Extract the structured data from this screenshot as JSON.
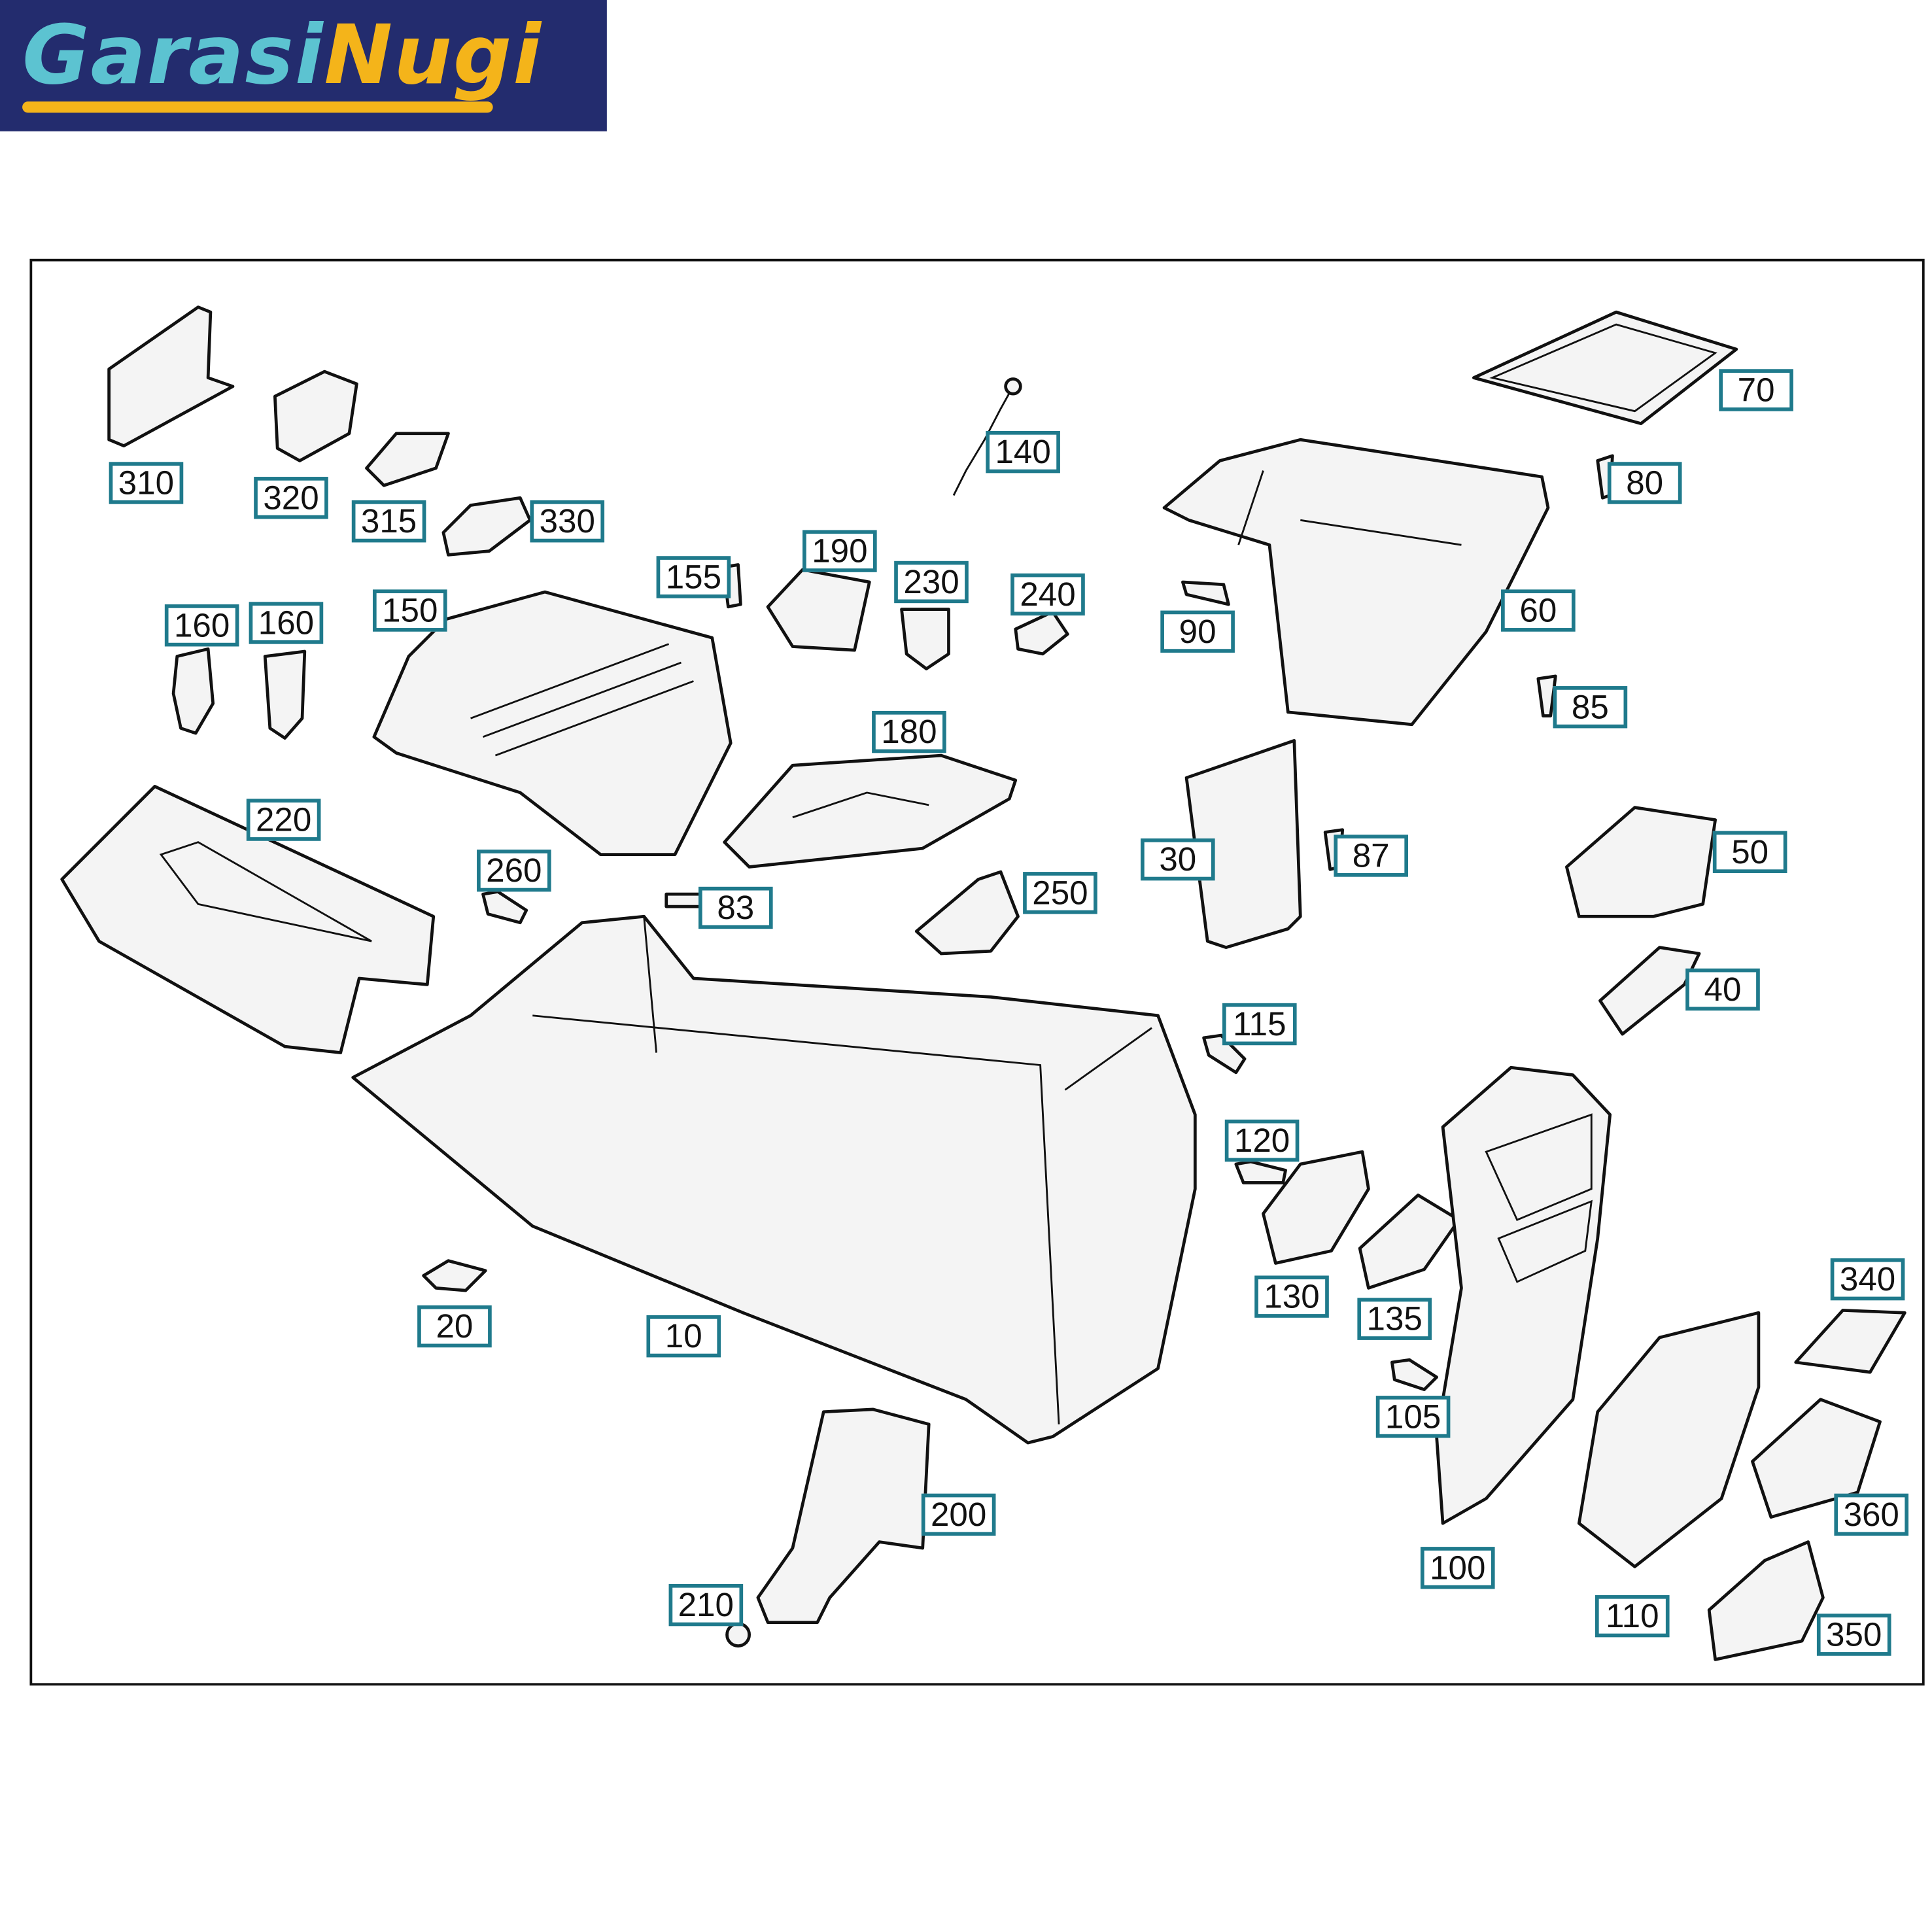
{
  "logo": {
    "part1": "Garasi",
    "part2": "Nugi",
    "colors": {
      "background": "#232c6e",
      "cyan": "#5cc3d1",
      "yellow": "#f4b41a"
    }
  },
  "label_border_color": "#1f7a8c",
  "parts": [
    "310",
    "320",
    "315",
    "330",
    "140",
    "70",
    "80",
    "155",
    "190",
    "230",
    "240",
    "90",
    "60",
    "160",
    "160",
    "150",
    "85",
    "180",
    "220",
    "260",
    "83",
    "250",
    "30",
    "87",
    "50",
    "40",
    "115",
    "120",
    "130",
    "135",
    "20",
    "10",
    "105",
    "340",
    "360",
    "200",
    "100",
    "110",
    "210",
    "350"
  ]
}
